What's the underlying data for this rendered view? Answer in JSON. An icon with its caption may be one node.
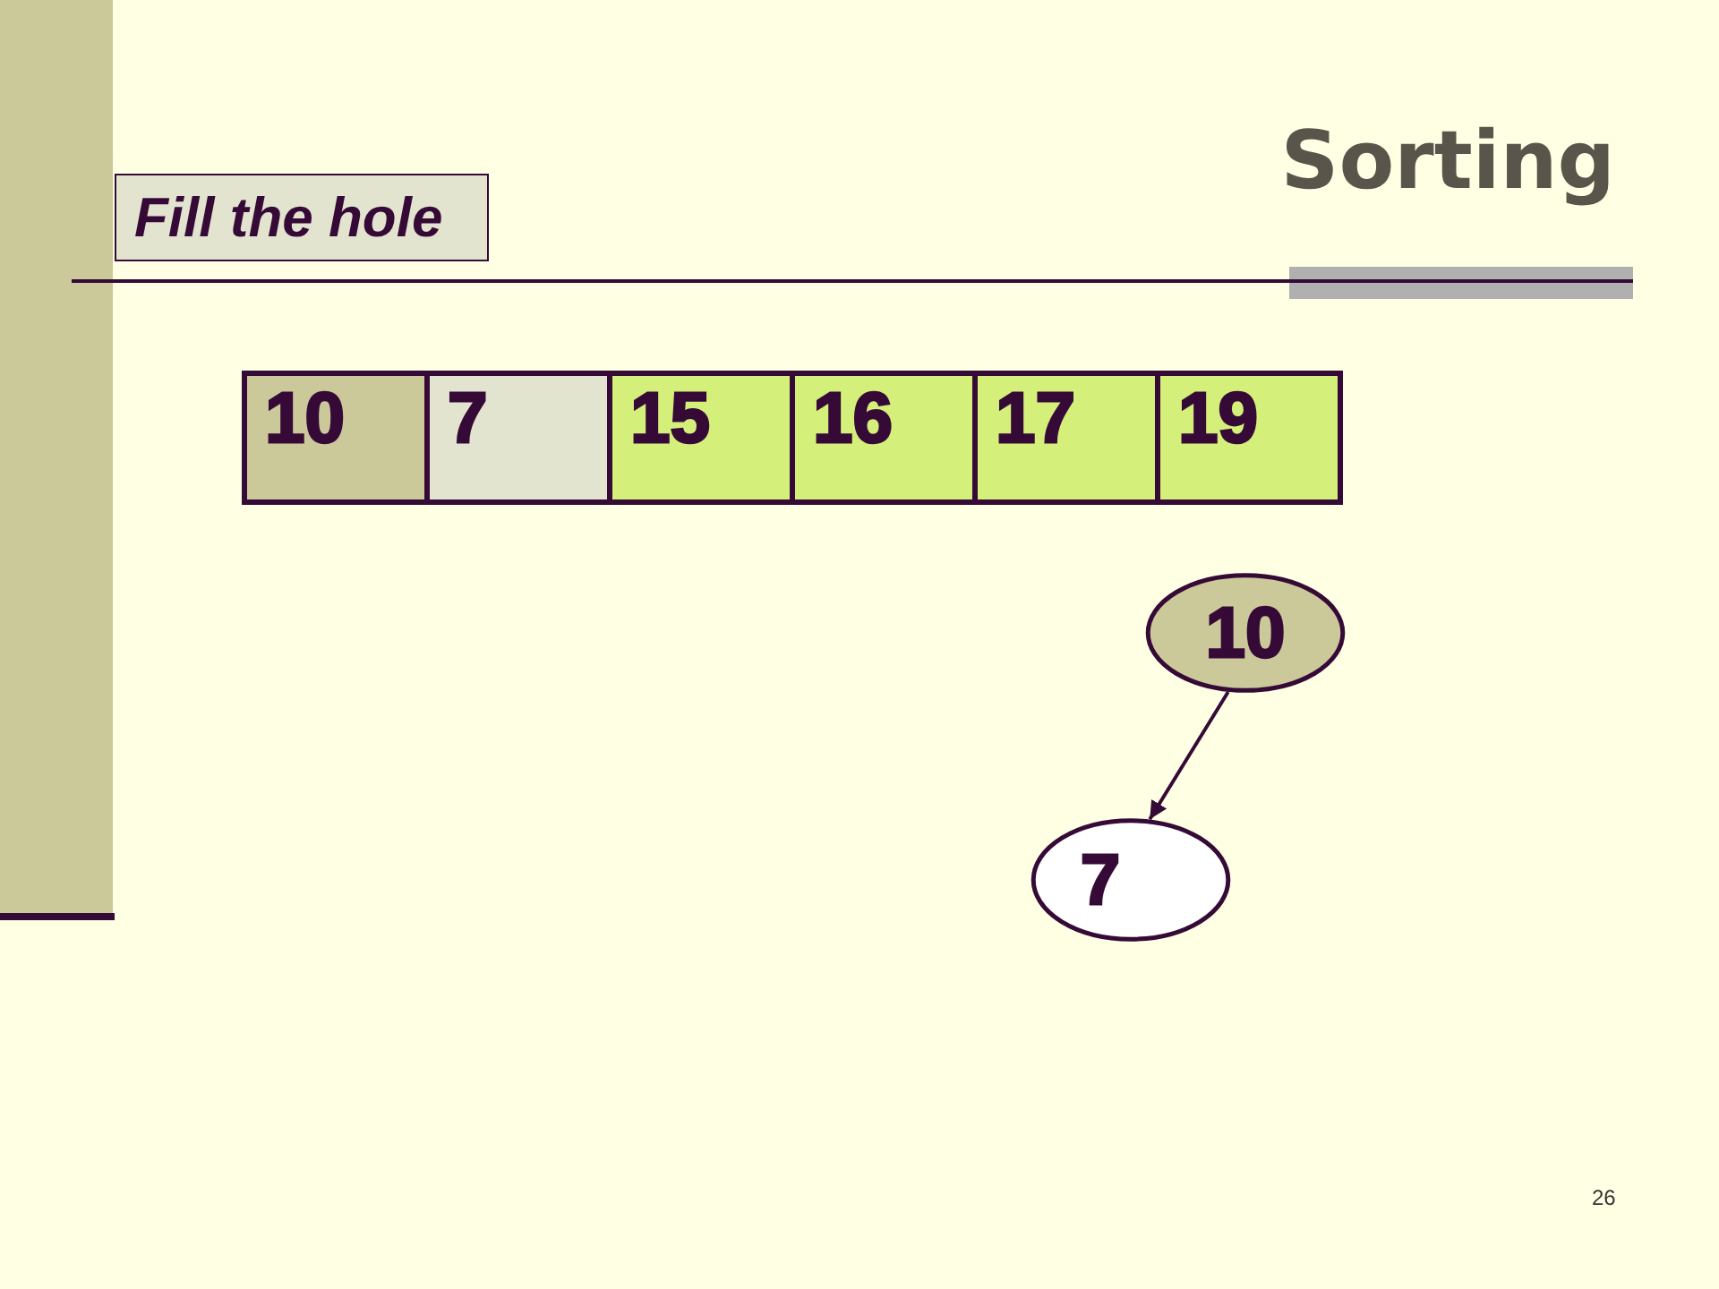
{
  "diagram": {
    "title": "Sorting",
    "nodes": [
      {
        "text": [
          "Fill the hole"
        ]
      },
      {
        "text": [
          "10"
        ]
      },
      {
        "text": [
          "7"
        ]
      },
      {
        "text": [
          "15"
        ]
      },
      {
        "text": [
          "16"
        ]
      },
      {
        "text": [
          "17"
        ]
      },
      {
        "text": [
          "19"
        ]
      },
      {
        "text": [
          "10"
        ]
      },
      {
        "text": [
          "7"
        ]
      }
    ],
    "edges": [
      {
        "from": 7,
        "to": 8,
        "arrow": "to"
      }
    ],
    "labels": [
      "26"
    ]
  }
}
